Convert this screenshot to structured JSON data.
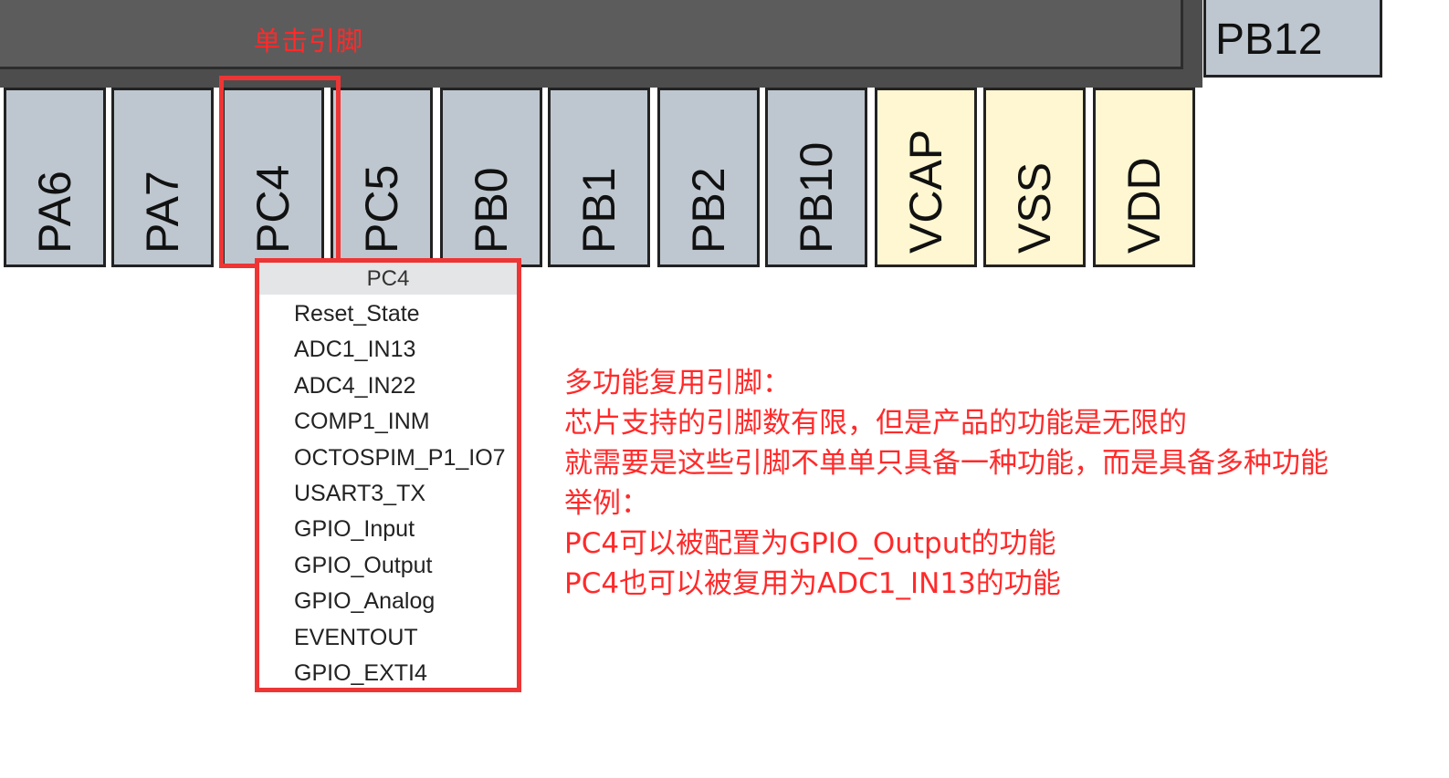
{
  "annotation": {
    "click_hint": "单击引脚"
  },
  "top_pin": {
    "label": "PB12"
  },
  "pins": [
    {
      "label": "PA6",
      "type": "io"
    },
    {
      "label": "PA7",
      "type": "io"
    },
    {
      "label": "PC4",
      "type": "io"
    },
    {
      "label": "PC5",
      "type": "io"
    },
    {
      "label": "PB0",
      "type": "io"
    },
    {
      "label": "PB1",
      "type": "io"
    },
    {
      "label": "PB2",
      "type": "io"
    },
    {
      "label": "PB10",
      "type": "io"
    },
    {
      "label": "VCAP",
      "type": "power"
    },
    {
      "label": "VSS",
      "type": "power"
    },
    {
      "label": "VDD",
      "type": "power"
    }
  ],
  "colors": {
    "io_pin": "#bec7cf",
    "power_pin": "#fff7d1",
    "highlight": "#ee3535",
    "annotation_text": "#ff2a2a"
  },
  "menu": {
    "title": "PC4",
    "items": [
      "Reset_State",
      "ADC1_IN13",
      "ADC4_IN22",
      "COMP1_INM",
      "OCTOSPIM_P1_IO7",
      "USART3_TX",
      "GPIO_Input",
      "GPIO_Output",
      "GPIO_Analog",
      "EVENTOUT",
      "GPIO_EXTI4"
    ]
  },
  "note": {
    "lines": [
      "多功能复用引脚：",
      "芯片支持的引脚数有限，但是产品的功能是无限的",
      "就需要是这些引脚不单单只具备一种功能，而是具备多种功能",
      "举例：",
      "PC4可以被配置为GPIO_Output的功能",
      "PC4也可以被复用为ADC1_IN13的功能"
    ]
  }
}
